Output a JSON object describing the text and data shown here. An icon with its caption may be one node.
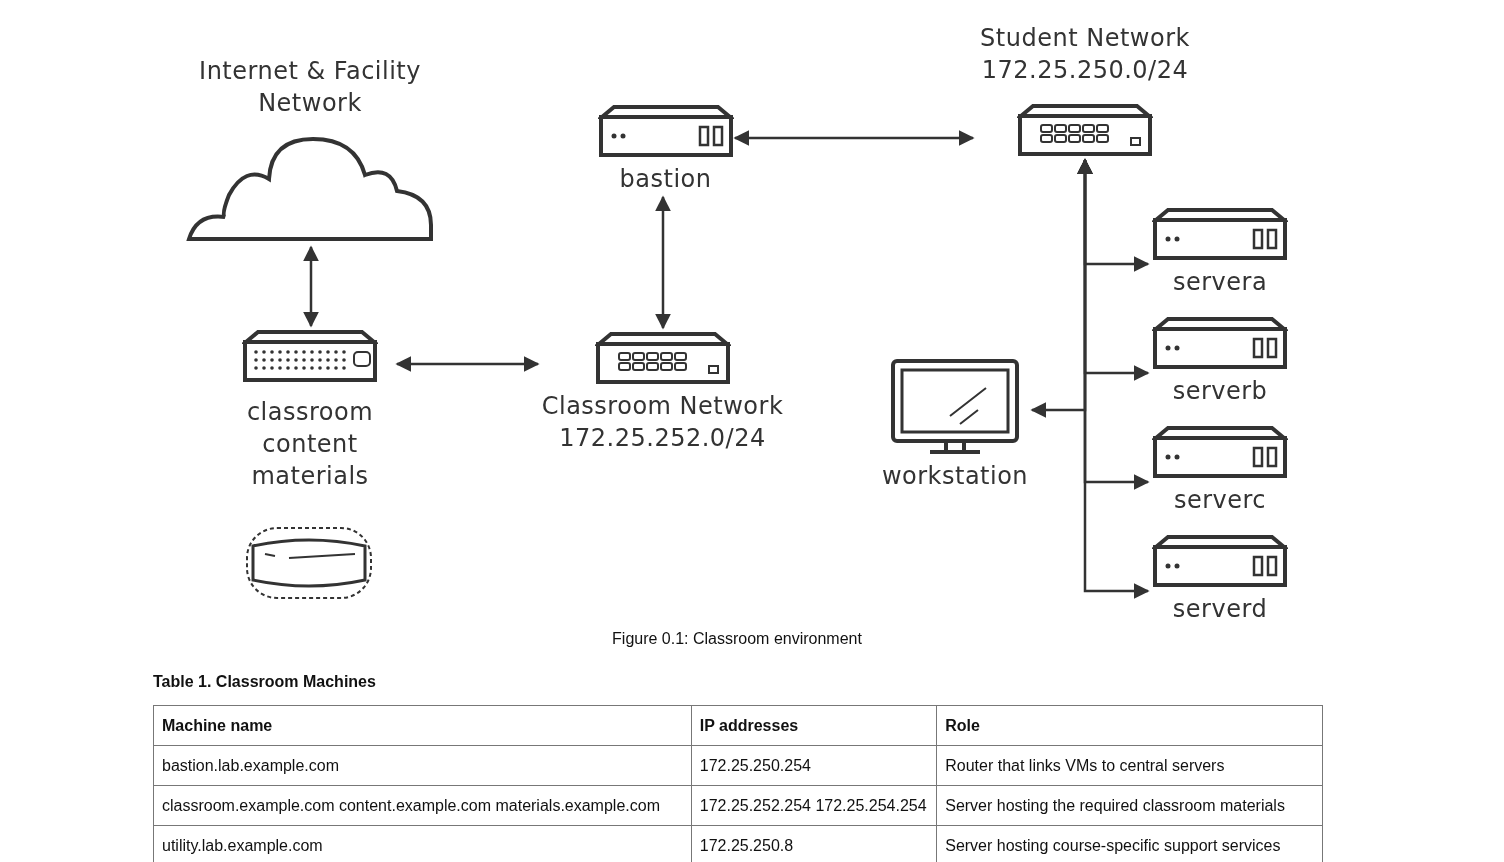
{
  "diagram": {
    "caption": "Figure 0.1: Classroom environment",
    "nodes": [
      {
        "text": [
          "Internet & Facility Network"
        ]
      },
      {
        "text": [
          "classroom content materials"
        ]
      },
      {
        "text": [
          "Classroom Network",
          "172.25.252.0/24"
        ]
      },
      {
        "text": [
          "bastion"
        ]
      },
      {
        "text": [
          "Student Network",
          "172.25.250.0/24"
        ]
      },
      {
        "text": [
          "servera"
        ]
      },
      {
        "text": [
          "serverb"
        ]
      },
      {
        "text": [
          "serverc"
        ]
      },
      {
        "text": [
          "serverd"
        ]
      },
      {
        "text": [
          "workstation"
        ]
      }
    ],
    "edges": [
      {
        "from": 0,
        "to": 1,
        "arrow": "both"
      },
      {
        "from": 1,
        "to": 2,
        "arrow": "both"
      },
      {
        "from": 3,
        "to": 2,
        "arrow": "both"
      },
      {
        "from": 3,
        "to": 4,
        "arrow": "both"
      },
      {
        "from": 4,
        "to": 5,
        "arrow": "both"
      },
      {
        "from": 4,
        "to": 6,
        "arrow": "both"
      },
      {
        "from": 4,
        "to": 7,
        "arrow": "both"
      },
      {
        "from": 4,
        "to": 8,
        "arrow": "both"
      },
      {
        "from": 4,
        "to": 9,
        "arrow": "both"
      }
    ],
    "labels": [
      "Table 1. Classroom Machines",
      "Machine name",
      "IP addresses",
      "Role",
      "bastion.lab.example.com",
      "172.25.250.254",
      "Router that links VMs to central servers",
      "classroom.example.com content.example.com materials.example.com",
      "172.25.252.254 172.25.254.254",
      "Server hosting the required classroom materials",
      "utility.lab.example.com",
      "172.25.250.8",
      "Server hosting course-specific support services"
    ]
  }
}
